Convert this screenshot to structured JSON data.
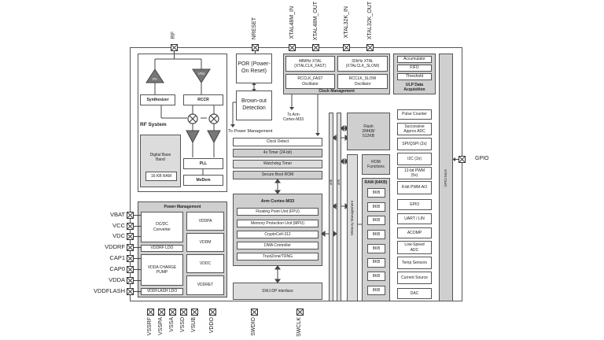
{
  "top_pins": {
    "rf": "RF",
    "nreset": "NRESET",
    "xtal48m_in": "XTAL48M_IN",
    "xtal48m_out": "XTAL48M_OUT",
    "xtal32k_in": "XTAL32K_IN",
    "xtal32k_out": "XTAL32K_OUT"
  },
  "left_pins": [
    "VBAT",
    "VCC",
    "VDC",
    "VDDRF",
    "CAP1",
    "CAP0",
    "VDDA",
    "VDDFLASH"
  ],
  "bottom_pins": [
    "VSSRF",
    "VSSPA",
    "VSSA",
    "VSSD",
    "VSUB",
    "VDDO",
    "SWDIO",
    "SWCLK"
  ],
  "right_pin": "GPIO",
  "rf_system": {
    "title": "RF System",
    "pa": "PA",
    "lna": "VN1",
    "synthesizer": "Synthesizer",
    "rccr": "RCCR",
    "digital_base_band": "Digital Base Band",
    "ram": "16 KB RAM",
    "pll": "PLL",
    "modem": "MoDem"
  },
  "reset": {
    "por": "POR (Power-On Reset)",
    "brownout": "Brown-out Detection",
    "to_power_mgmt": "To Power Management",
    "to_arm": "To Arm Cortex-M33"
  },
  "clock_management": {
    "title": "Clock Management",
    "xtal48": "48MHz XTAL (XTALCLK_FAST)",
    "xtal32": "32kHz XTAL (XTALCLK_SLOW)",
    "rcclk_fast": "RCCLK_FAST Oscillator",
    "rcclk_slow": "RCCLK_SLOW Oscillator"
  },
  "ulp": {
    "title": "ULP Data Acquisition",
    "items": [
      "Accumulator",
      "FIFO",
      "Threshold"
    ]
  },
  "system_blocks": [
    "Clock Detect",
    "4x Timer (24-bit)",
    "Watchdog Timer",
    "Secure Boot ROM"
  ],
  "arm": {
    "title": "Arm Cortex-M33",
    "items": [
      "Floating Point Unit (FPU)",
      "Memory Protection Unit (MPU)",
      "CryptoCell-312",
      "DMA Controller",
      "TrustZone/TRNG"
    ]
  },
  "swj": "SWJ-DP interface",
  "buses": [
    "AHB",
    "APB"
  ],
  "memory": {
    "flash": "Flash 284KB/ 512KB",
    "rom": "ROM Functions",
    "mm": "Memory Management",
    "ram_title": "RAM (64KB)",
    "ram_banks": [
      "8KB",
      "8KB",
      "8KB",
      "8KB",
      "8KB",
      "8KB",
      "8KB",
      "8KB"
    ]
  },
  "peripherals": [
    "Pulse Counter",
    "Successive Approx ADC",
    "SPI/QSPI (2x)",
    "I2C (2x)",
    "12-bit PWM (5x)",
    "8-bit PWM-AO",
    "GPIO",
    "UART / LIN",
    "ACOMP",
    "Low-Speed ADC",
    "Temp Sensors",
    "Current Source",
    "DAC"
  ],
  "gpio_mux": "GPIO MUX",
  "power_management": {
    "title": "Power Management",
    "dcdc": "DC/DC Converter",
    "vddrf_ldo": "VDDRF LDO",
    "charge_pump": "VDDA CHARGE PUMP",
    "vddflash_ldo": "VDDFLASH LDO",
    "rails": [
      "VDDPA",
      "VDDM",
      "VDDC",
      "VDDRET"
    ]
  }
}
